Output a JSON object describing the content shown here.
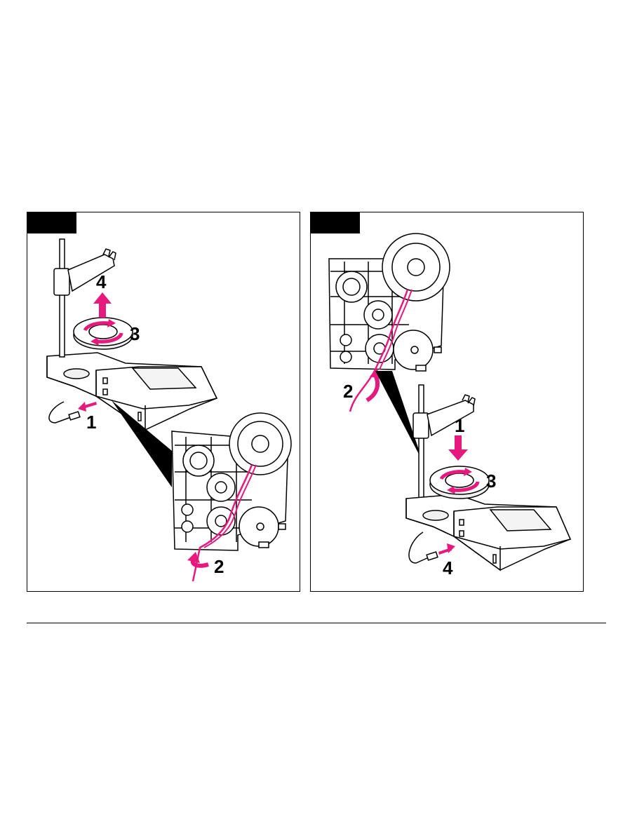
{
  "figures": [
    {
      "id": "remove",
      "steps": [
        "1",
        "2",
        "3",
        "4"
      ]
    },
    {
      "id": "install",
      "steps": [
        "1",
        "2",
        "3",
        "4"
      ]
    }
  ],
  "colors": {
    "accent": "#e6197d",
    "line": "#000000",
    "fill": "#ffffff",
    "shade": "#e8e8e8"
  },
  "icons": {
    "arrow": "magenta-arrow-icon",
    "rotate": "rotate-arrows-icon"
  }
}
